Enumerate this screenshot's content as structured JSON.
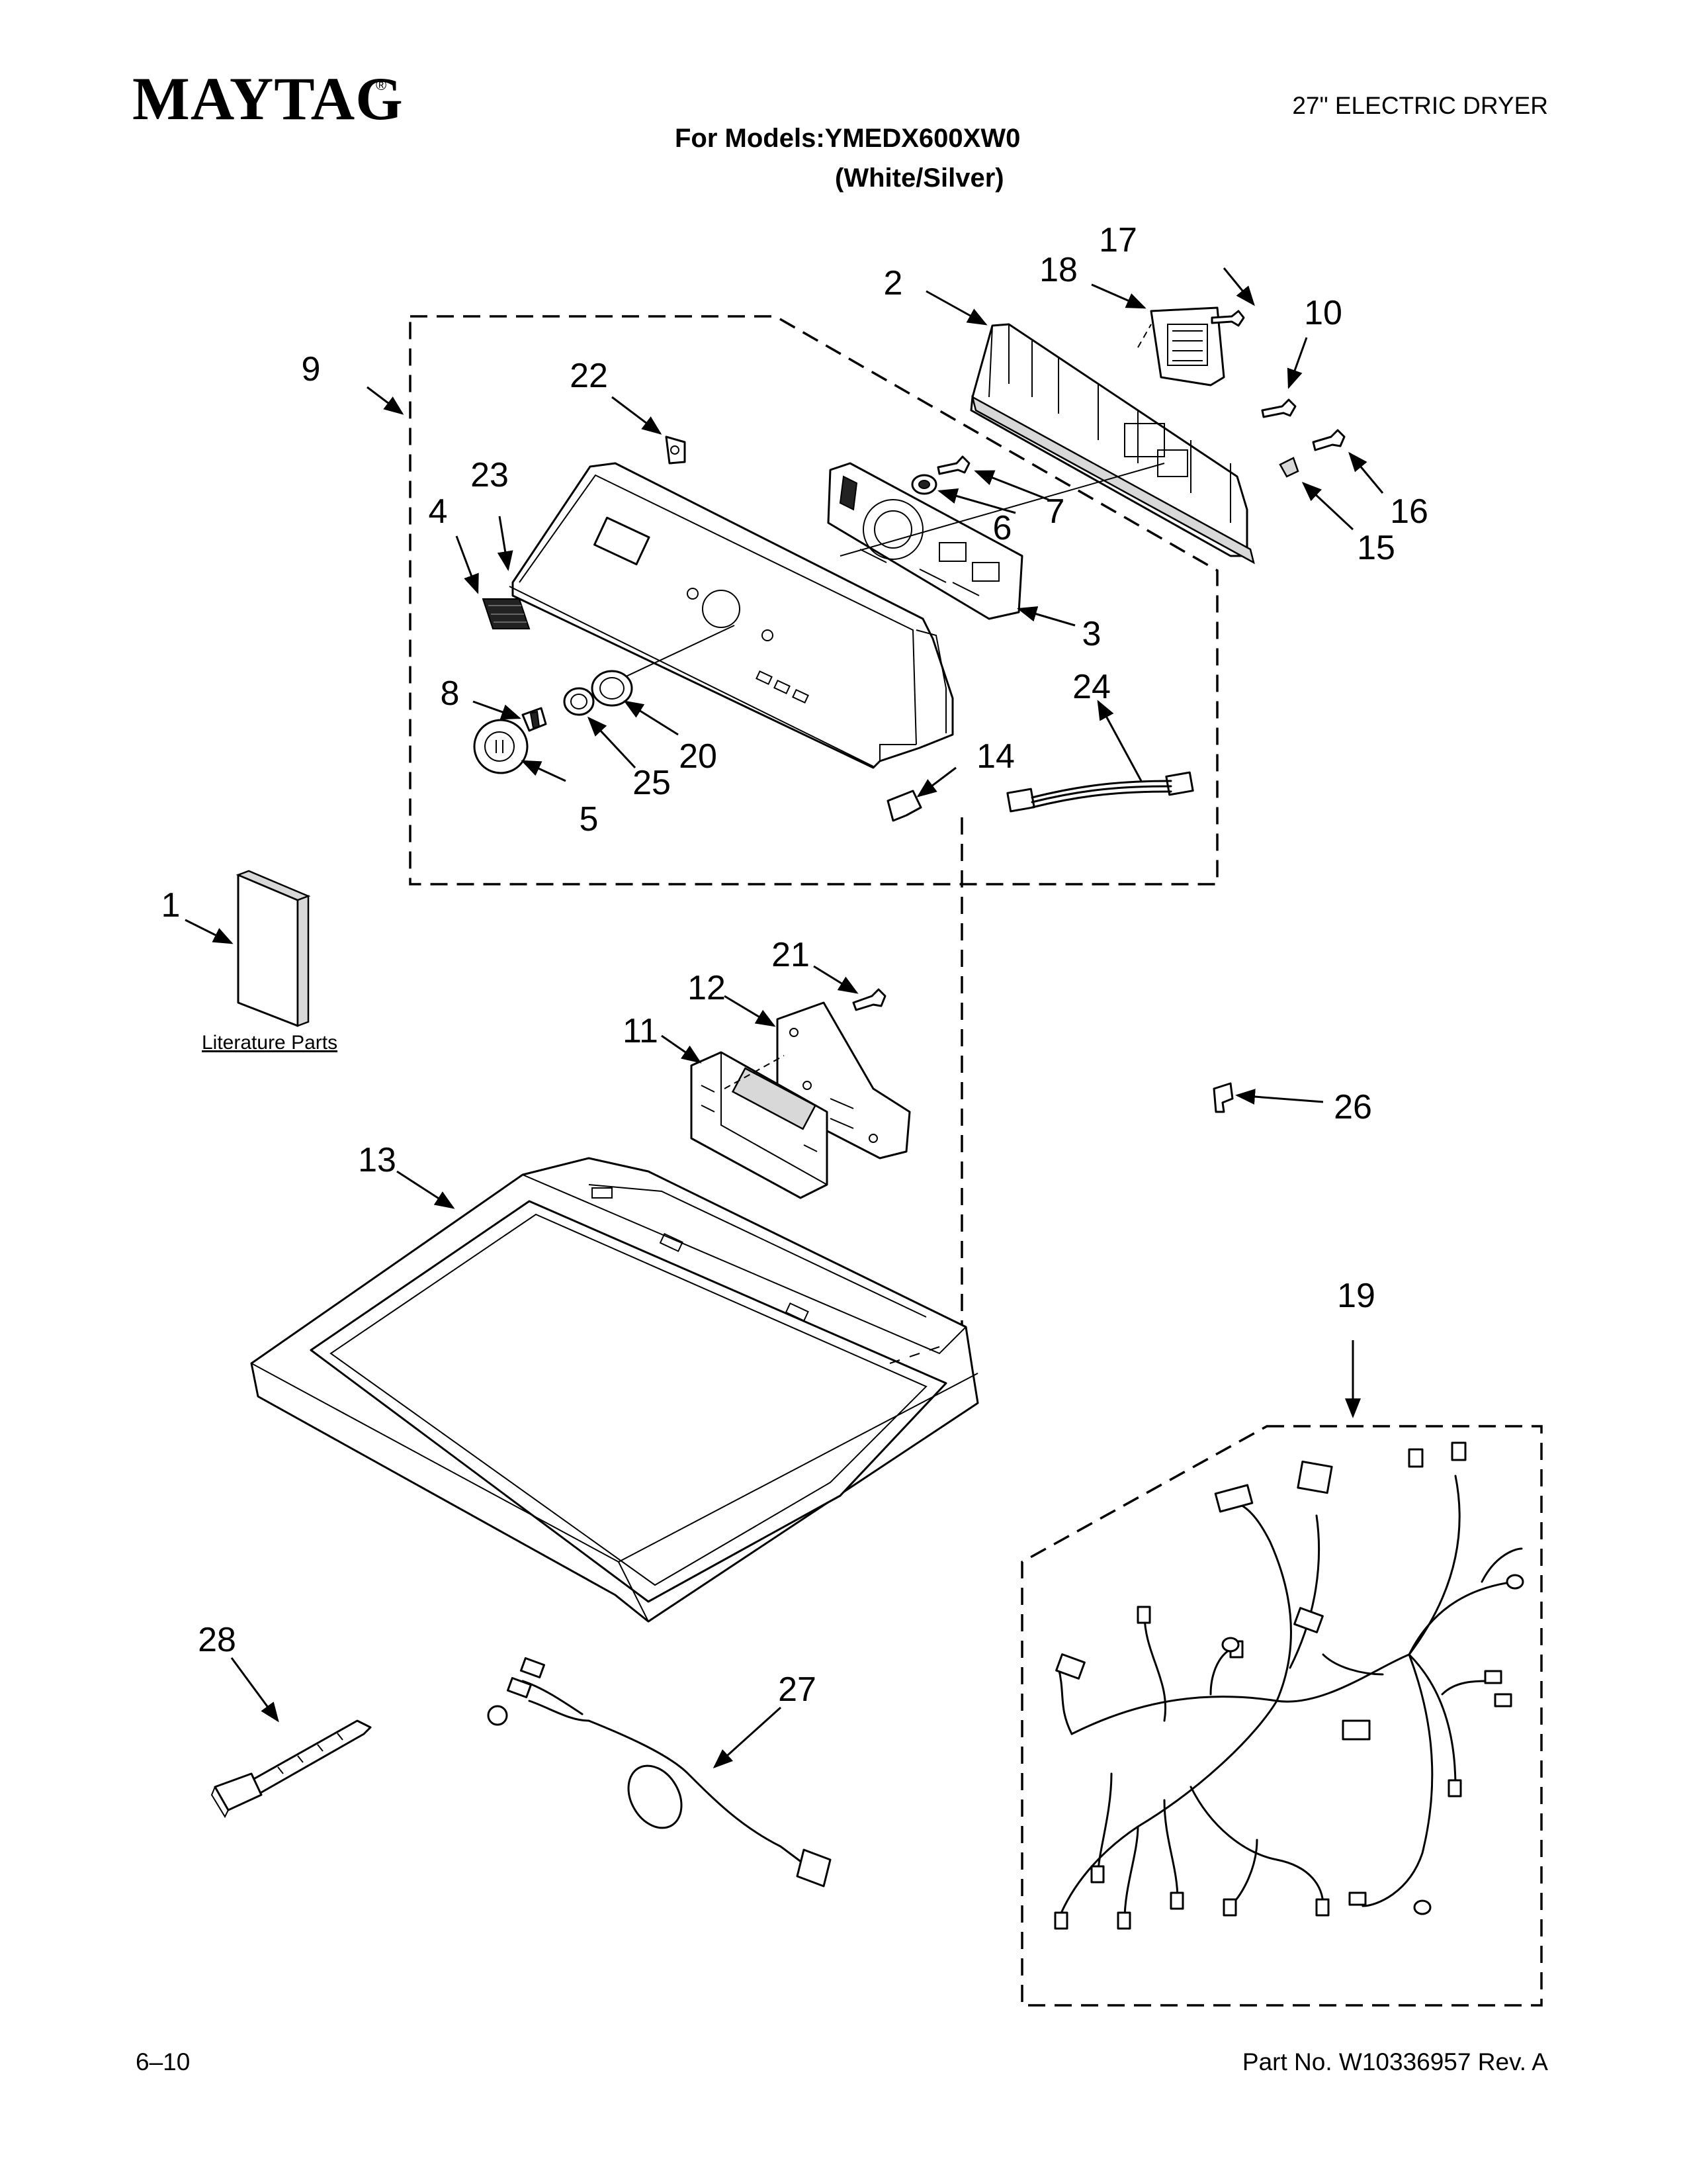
{
  "header": {
    "brand": "MAYTAG",
    "brand_mark": "®",
    "product_type": "27\" ELECTRIC DRYER",
    "models_line": "For Models:YMEDX600XW0",
    "color_line": "(White/Silver)"
  },
  "callouts": [
    "1",
    "2",
    "3",
    "4",
    "5",
    "6",
    "7",
    "8",
    "9",
    "10",
    "11",
    "12",
    "13",
    "14",
    "15",
    "16",
    "17",
    "18",
    "19",
    "20",
    "21",
    "22",
    "23",
    "24",
    "25",
    "26",
    "27",
    "28"
  ],
  "literature_label": "Literature Parts",
  "footer": {
    "page_number": "6–10",
    "part_number": "Part No. W10336957 Rev. A"
  }
}
